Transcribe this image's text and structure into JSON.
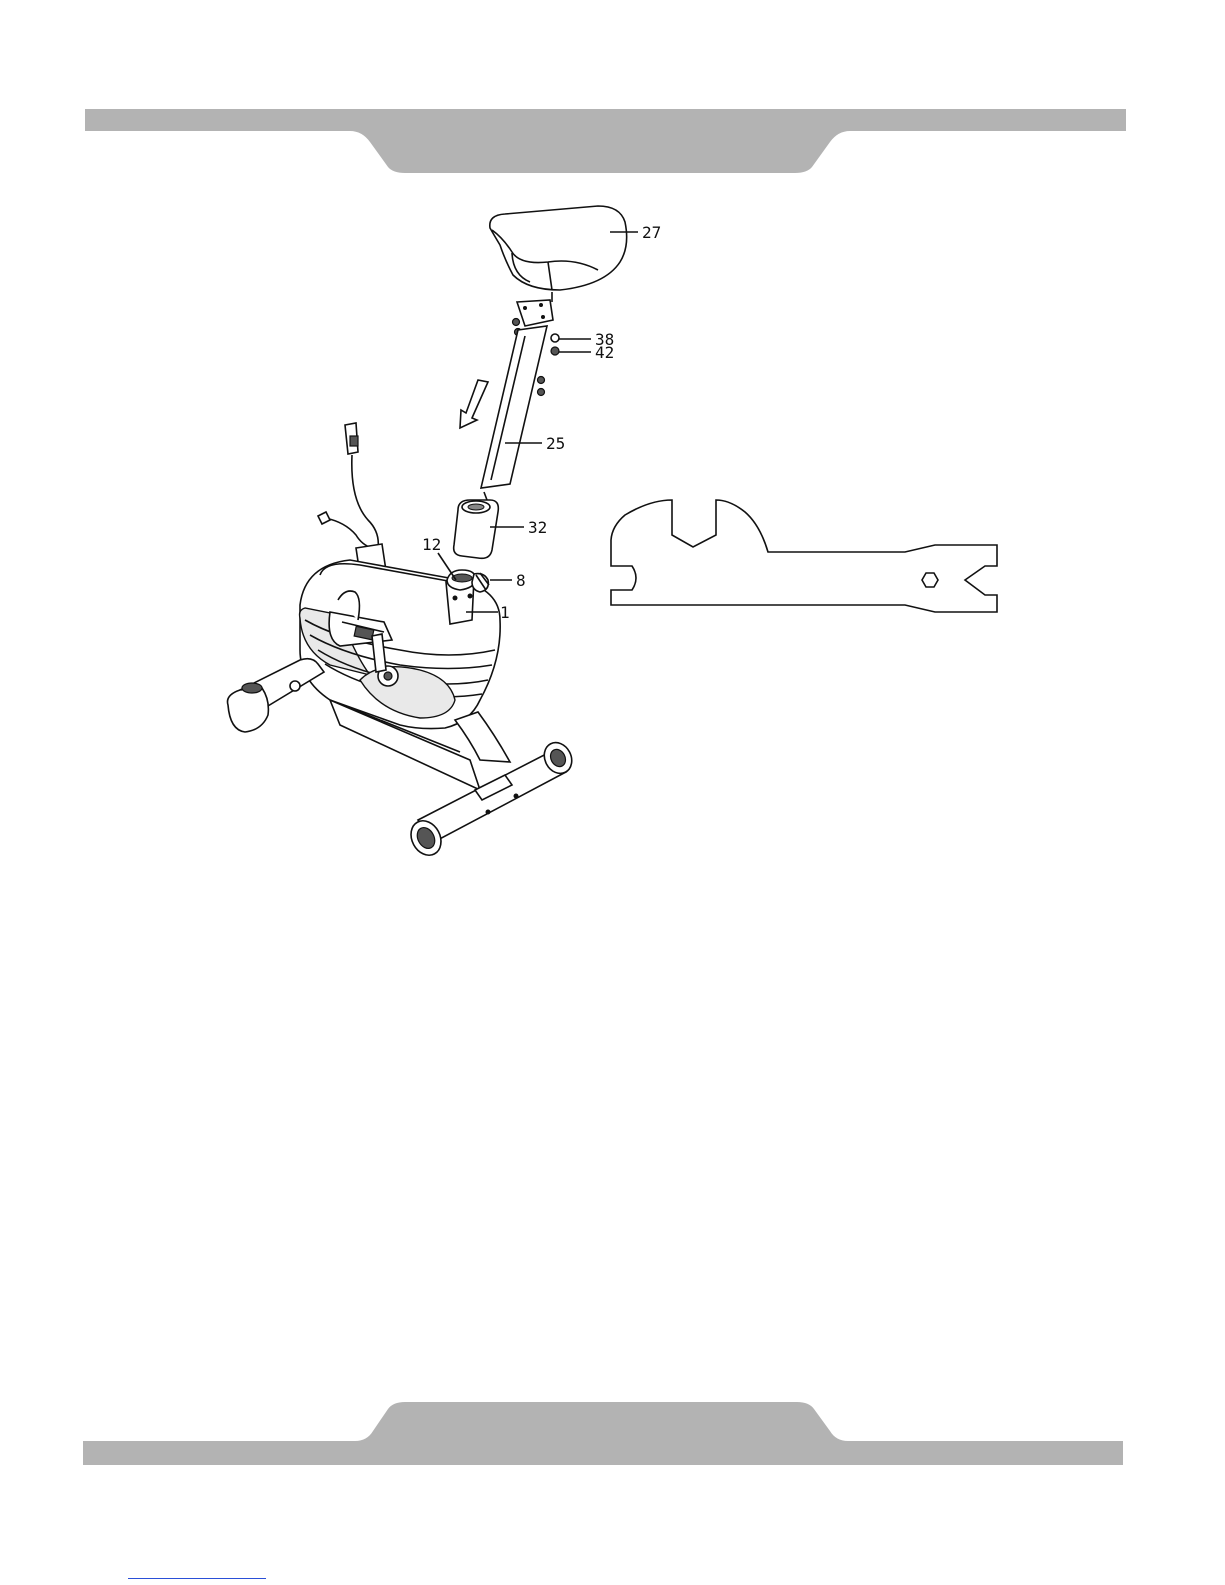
{
  "header_band": {
    "color": "#b3b3b3"
  },
  "footer_band": {
    "color": "#b3b3b3"
  },
  "callouts": {
    "seat": "27",
    "washer": "38",
    "nut": "42",
    "seat_post": "25",
    "bushing": "32",
    "knob_left": "12",
    "knob_right": "8",
    "frame": "1"
  },
  "icons": {
    "direction_arrow": "down-left-arrow-icon",
    "wrench": "wrench-icon"
  }
}
